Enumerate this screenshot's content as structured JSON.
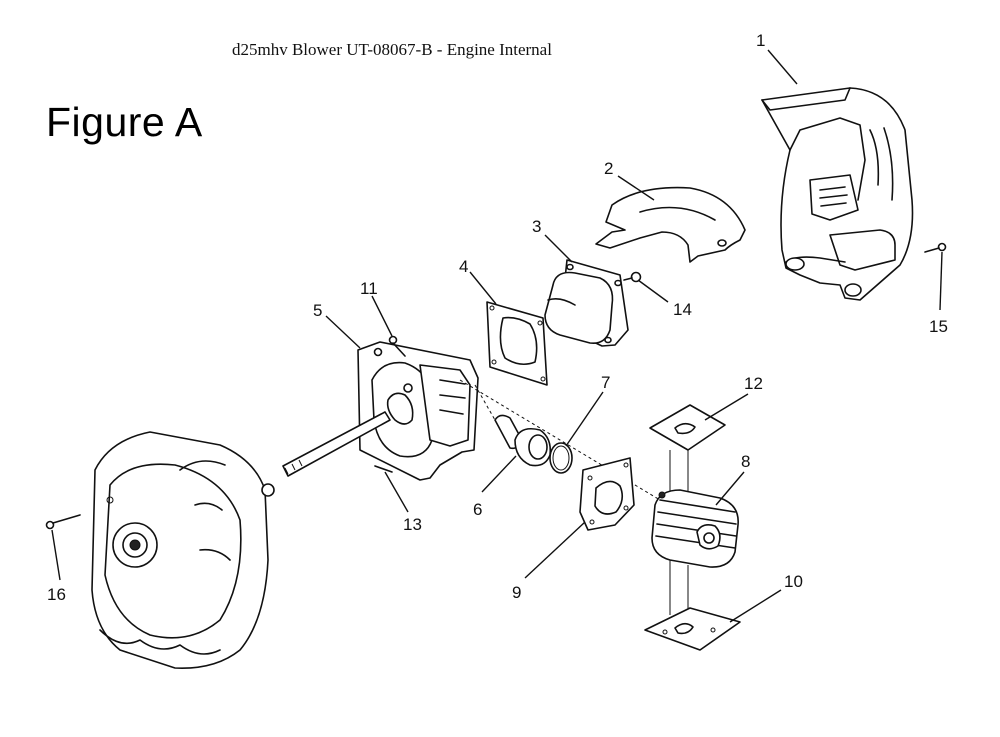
{
  "header": {
    "title": "d25mhv Blower UT-08067-B - Engine Internal",
    "figure_label": "Figure A"
  },
  "callouts": [
    "1",
    "2",
    "3",
    "4",
    "5",
    "6",
    "7",
    "8",
    "9",
    "10",
    "11",
    "12",
    "13",
    "14",
    "15",
    "16"
  ],
  "parts": [
    "blower-housing-cover",
    "cylinder-shield",
    "muffler",
    "muffler-gasket",
    "crankcase",
    "piston-rod-assembly",
    "piston-ring",
    "cylinder",
    "cylinder-gasket",
    "cylinder-plate-bottom",
    "screw",
    "cylinder-plate-top",
    "pin",
    "screw",
    "screw",
    "screw"
  ]
}
